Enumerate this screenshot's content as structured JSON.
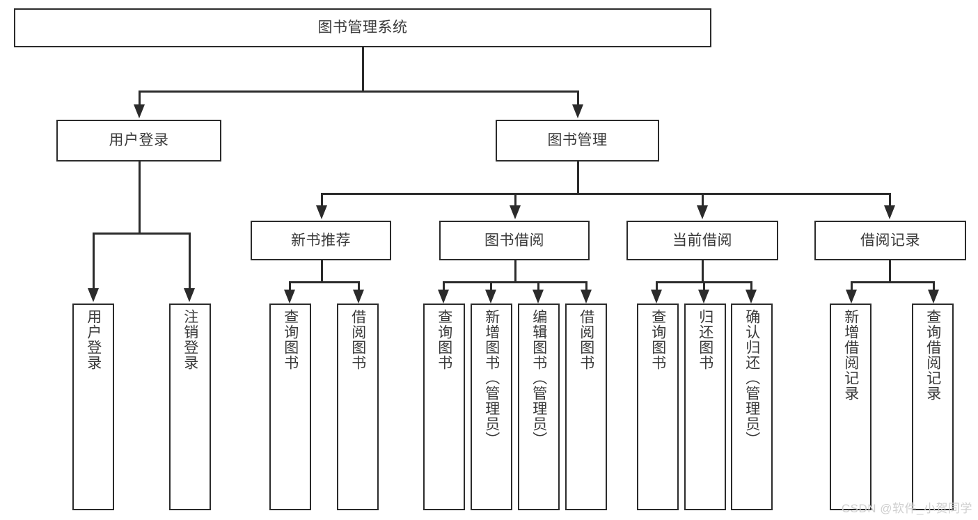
{
  "diagram": {
    "type": "tree-hierarchy",
    "root": {
      "label": "图书管理系统"
    },
    "level1": [
      {
        "label": "用户登录"
      },
      {
        "label": "图书管理"
      }
    ],
    "level2": [
      {
        "label": "新书推荐"
      },
      {
        "label": "图书借阅"
      },
      {
        "label": "当前借阅"
      },
      {
        "label": "借阅记录"
      }
    ],
    "leaves": {
      "user_login": [
        {
          "label": "用户登录"
        },
        {
          "label": "注销登录"
        }
      ],
      "new_book_recommend": [
        {
          "label": "查询图书"
        },
        {
          "label": "借阅图书"
        }
      ],
      "book_borrow": [
        {
          "label": "查询图书"
        },
        {
          "label": "新增图书（管理员）"
        },
        {
          "label": "编辑图书（管理员）"
        },
        {
          "label": "借阅图书"
        }
      ],
      "current_borrow": [
        {
          "label": "查询图书"
        },
        {
          "label": "归还图书"
        },
        {
          "label": "确认归还（管理员）"
        }
      ],
      "borrow_record": [
        {
          "label": "新增借阅记录"
        },
        {
          "label": "查询借阅记录"
        }
      ]
    }
  },
  "watermark": {
    "text": "CSDN @软件_小贺同学"
  },
  "colors": {
    "stroke": "#2b2b2b",
    "text": "#3a3a3a",
    "background": "#ffffff",
    "watermark": "#cfcfcf"
  }
}
